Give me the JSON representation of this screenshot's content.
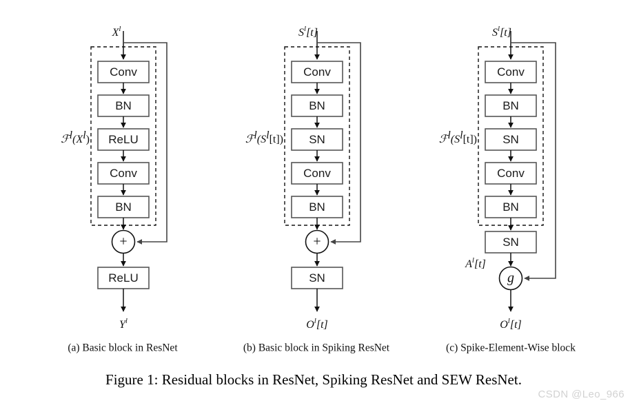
{
  "figure": {
    "caption": "Figure 1: Residual blocks in ResNet, Spiking ResNet and SEW ResNet.",
    "watermark": "CSDN @Leo_966"
  },
  "columns": [
    {
      "id": "resnet",
      "subcaption": "(a) Basic block in ResNet",
      "input_label": "X",
      "input_sup": "l",
      "input_suffix": "",
      "residual_fn": "ℱ",
      "residual_fn_sup": "l",
      "residual_fn_arg": "(X",
      "residual_fn_arg_sup": "l",
      "residual_fn_arg_tail": ")",
      "blocks": [
        "Conv",
        "BN",
        "ReLU",
        "Conv",
        "BN"
      ],
      "merge_symbol": "+",
      "post_merge_blocks": [
        "ReLU"
      ],
      "mid_label": "",
      "output_label": "Y",
      "output_sup": "l",
      "output_suffix": ""
    },
    {
      "id": "spiking-resnet",
      "subcaption": "(b) Basic block in Spiking ResNet",
      "input_label": "S",
      "input_sup": "l",
      "input_suffix": "[t]",
      "residual_fn": "ℱ",
      "residual_fn_sup": "l",
      "residual_fn_arg": "(S",
      "residual_fn_arg_sup": "l",
      "residual_fn_arg_tail": "[t])",
      "blocks": [
        "Conv",
        "BN",
        "SN",
        "Conv",
        "BN"
      ],
      "merge_symbol": "+",
      "post_merge_blocks": [
        "SN"
      ],
      "mid_label": "",
      "output_label": "O",
      "output_sup": "l",
      "output_suffix": "[t]"
    },
    {
      "id": "sew-resnet",
      "subcaption": "(c) Spike-Element-Wise block",
      "input_label": "S",
      "input_sup": "l",
      "input_suffix": "[t]",
      "residual_fn": "ℱ",
      "residual_fn_sup": "l",
      "residual_fn_arg": "(S",
      "residual_fn_arg_sup": "l",
      "residual_fn_arg_tail": "[t])",
      "blocks": [
        "Conv",
        "BN",
        "SN",
        "Conv",
        "BN"
      ],
      "merge_symbol": "g",
      "post_merge_blocks": [],
      "pre_merge_blocks": [
        "SN"
      ],
      "mid_label": "A",
      "mid_label_sup": "l",
      "mid_label_suffix": "[t]",
      "output_label": "O",
      "output_sup": "l",
      "output_suffix": "[t]"
    }
  ],
  "colors": {
    "box_stroke": "#555555",
    "line": "#111111",
    "text": "#1a1a1a",
    "background": "#ffffff",
    "watermark": "#d2d2d2"
  }
}
